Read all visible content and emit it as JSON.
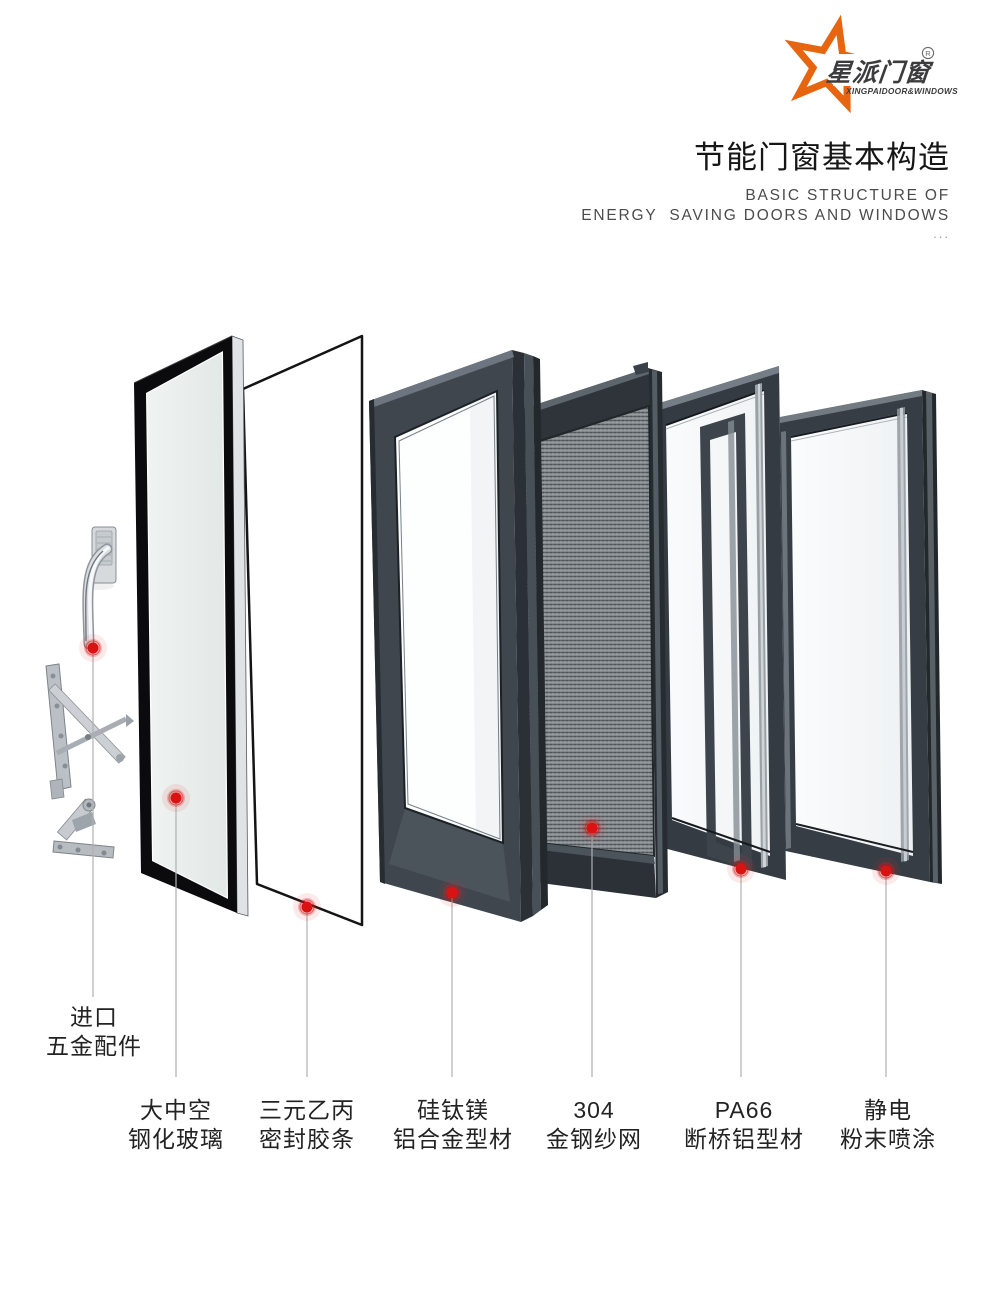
{
  "logo": {
    "brand_cn": "星派门窗",
    "brand_en": "XINGPAIDOOR&WINDOWS",
    "registered_mark": "R",
    "star_color": "#E8650F",
    "text_color": "#3C3C3E"
  },
  "header": {
    "title": "节能门窗基本构造",
    "subtitle_line1": "BASIC STRUCTURE OF",
    "subtitle_line2": "ENERGY  SAVING DOORS AND WINDOWS",
    "ellipsis": "..."
  },
  "diagram": {
    "callout_color": "#DB1212",
    "leader_line_color": "#B0B0B0",
    "frame_color": "#3C434A",
    "glass_color": "#E9EEEC",
    "components": [
      {
        "id": "hardware",
        "label_line1": "进口",
        "label_line2": "五金配件"
      },
      {
        "id": "insulated-glass",
        "label_line1": "大中空",
        "label_line2": "钢化玻璃"
      },
      {
        "id": "epdm-seal",
        "label_line1": "三元乙丙",
        "label_line2": "密封胶条"
      },
      {
        "id": "alloy-profile",
        "label_line1": "硅钛镁",
        "label_line2": "铝合金型材"
      },
      {
        "id": "steel-mesh",
        "label_line1": "304",
        "label_line2": "金钢纱网"
      },
      {
        "id": "thermal-break",
        "label_line1": "PA66",
        "label_line2": "断桥铝型材"
      },
      {
        "id": "powder-coating",
        "label_line1": "静电",
        "label_line2": "粉末喷涂"
      }
    ]
  }
}
